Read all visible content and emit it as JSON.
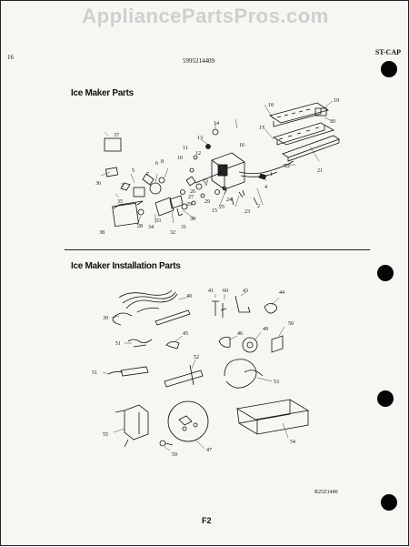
{
  "watermark": "AppliancePartsPros.com",
  "header": {
    "page_number": "16",
    "part_number": "5995214409",
    "model_code": "ST-CAP"
  },
  "sections": {
    "ice_maker": "Ice Maker Parts",
    "installation": "Ice Maker Installation Parts"
  },
  "callouts": {
    "ice_maker": [
      "37",
      "5",
      "6",
      "7",
      "8",
      "9",
      "10",
      "11",
      "12",
      "13",
      "14",
      "15",
      "16",
      "17",
      "18",
      "19",
      "20",
      "21",
      "22",
      "23",
      "24",
      "25",
      "26",
      "27",
      "28",
      "29",
      "30",
      "31",
      "32",
      "33",
      "34",
      "35",
      "36",
      "38",
      "1",
      "2",
      "3",
      "4",
      "29",
      "15"
    ],
    "installation": [
      "39",
      "40",
      "41",
      "60",
      "43",
      "44",
      "51",
      "45",
      "46",
      "49",
      "50",
      "51",
      "52",
      "53",
      "55",
      "59",
      "47",
      "54"
    ]
  },
  "footer": {
    "diagram_ref": "R25Z1440",
    "page_label": "F2"
  }
}
